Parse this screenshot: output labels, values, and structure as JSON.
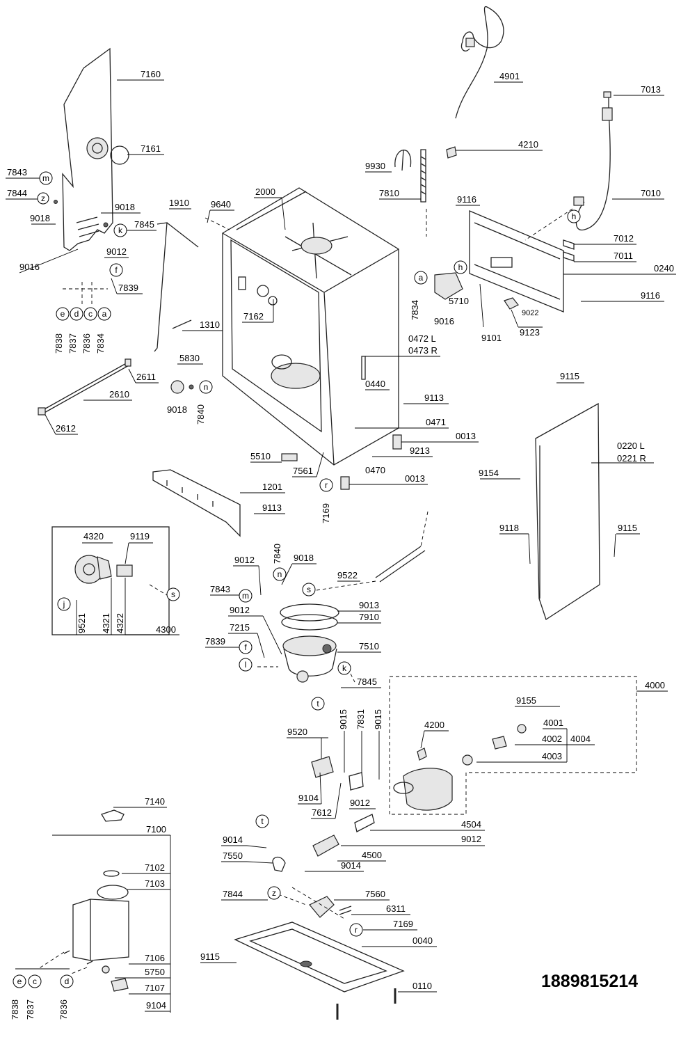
{
  "document_number": "1889815214",
  "labels": [
    "7160",
    "7161",
    "7843",
    "7844",
    "9018",
    "9018",
    "9016",
    "7845",
    "9012",
    "7839",
    "7838",
    "7837",
    "7836",
    "7834",
    "1910",
    "9640",
    "2000",
    "1310",
    "7162",
    "2611",
    "2610",
    "2612",
    "5830",
    "9018",
    "7840",
    "4901",
    "7013",
    "4210",
    "9930",
    "7810",
    "7010",
    "9116",
    "7012",
    "7011",
    "0240",
    "7834",
    "5710",
    "9016",
    "9101",
    "9022",
    "9123",
    "9116",
    "0472 L",
    "0473 R",
    "0440",
    "9113",
    "0471",
    "0013",
    "9213",
    "0470",
    "0013",
    "5510",
    "7561",
    "7169",
    "1201",
    "9113",
    "4320",
    "9119",
    "9521",
    "4321",
    "4322",
    "4300",
    "9115",
    "0220 L",
    "0221 R",
    "9154",
    "9118",
    "9115",
    "7840",
    "9012",
    "9018",
    "7843",
    "9522",
    "9013",
    "7910",
    "9012",
    "7215",
    "7839",
    "7510",
    "7845",
    "4000",
    "9155",
    "4001",
    "4002",
    "4004",
    "4003",
    "4200",
    "9015",
    "7831",
    "9015",
    "9520",
    "9104",
    "7612",
    "9012",
    "4504",
    "9012",
    "4500",
    "9014",
    "7550",
    "9014",
    "7140",
    "7100",
    "7102",
    "7103",
    "7106",
    "5750",
    "7107",
    "9104",
    "7838",
    "7837",
    "7836",
    "7844",
    "7560",
    "6311",
    "7169",
    "0040",
    "9115",
    "0110"
  ],
  "callouts": [
    "m",
    "z",
    "k",
    "f",
    "e",
    "d",
    "c",
    "a",
    "n",
    "h",
    "h",
    "a",
    "n",
    "r",
    "j",
    "s",
    "m",
    "s",
    "f",
    "l",
    "k",
    "t",
    "t",
    "z",
    "r",
    "e",
    "c",
    "d"
  ]
}
